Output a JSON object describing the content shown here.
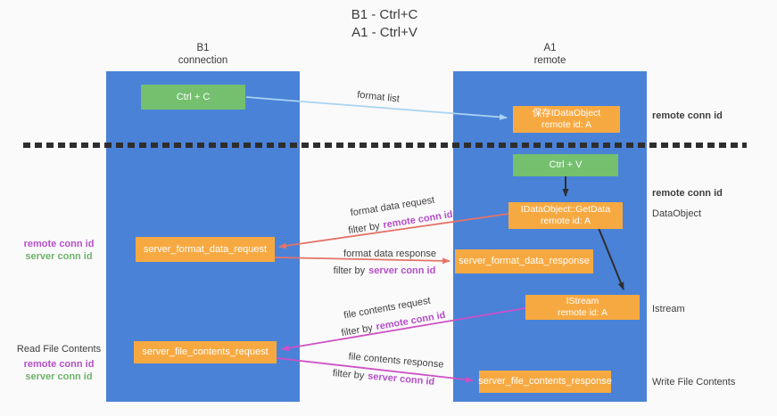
{
  "title": {
    "line1": "B1 - Ctrl+C",
    "line2": "A1 - Ctrl+V"
  },
  "lanes": {
    "left": {
      "name": "B1",
      "role": "connection"
    },
    "right": {
      "name": "A1",
      "role": "remote"
    }
  },
  "nodes": {
    "ctrl_c": {
      "label": "Ctrl + C"
    },
    "ctrl_v": {
      "label": "Ctrl + V"
    },
    "save_dataobject": {
      "line1": "保存IDataObject",
      "line2": "remote id: A"
    },
    "getdata": {
      "line1": "IDataObject::GetData",
      "line2": "remote id: A"
    },
    "istream": {
      "line1": "IStream",
      "line2": "remote id: A"
    },
    "server_format_data_request": {
      "label": "server_format_data_request"
    },
    "server_format_data_response": {
      "label": "server_format_data_response"
    },
    "server_file_contents_request": {
      "label": "server_file_contents_request"
    },
    "server_file_contents_response": {
      "label": "server_file_contents_response"
    }
  },
  "edge_labels": {
    "format_list": "format list",
    "format_data_request": "format data request",
    "format_data_request_filter": {
      "prefix": "filter by",
      "value": "remote conn id"
    },
    "format_data_response": "format data response",
    "format_data_response_filter": {
      "prefix": "filter by",
      "value": "server conn id"
    },
    "file_contents_request": "file contents request",
    "file_contents_request_filter": {
      "prefix": "filter by",
      "value": "remote conn id"
    },
    "file_contents_response": "file contents response",
    "file_contents_response_filter": {
      "prefix": "filter by",
      "value": "server conn id"
    }
  },
  "annotations": {
    "left_mid": {
      "remote": "remote conn id",
      "server": "server conn id"
    },
    "left_bottom": {
      "title": "Read File Contents",
      "remote": "remote conn id",
      "server": "server conn id"
    },
    "right_top_remote": "remote conn id",
    "right_ctrlv_remote": "remote conn id",
    "right_dataobject": "DataObject",
    "right_istream": "Istream",
    "right_write": "Write File Contents"
  },
  "colors": {
    "lane_blue": "#4a82d8",
    "node_orange": "#f7a941",
    "node_green": "#74c06f",
    "remote_conn_magenta": "#b44fc8",
    "server_conn_green": "#6db36b",
    "arrow_salmon": "#e57368",
    "arrow_magenta": "#ce50c5",
    "arrow_blue": "#a9d3f2",
    "arrow_black": "#2e2e2e",
    "background": "#fafafa"
  }
}
